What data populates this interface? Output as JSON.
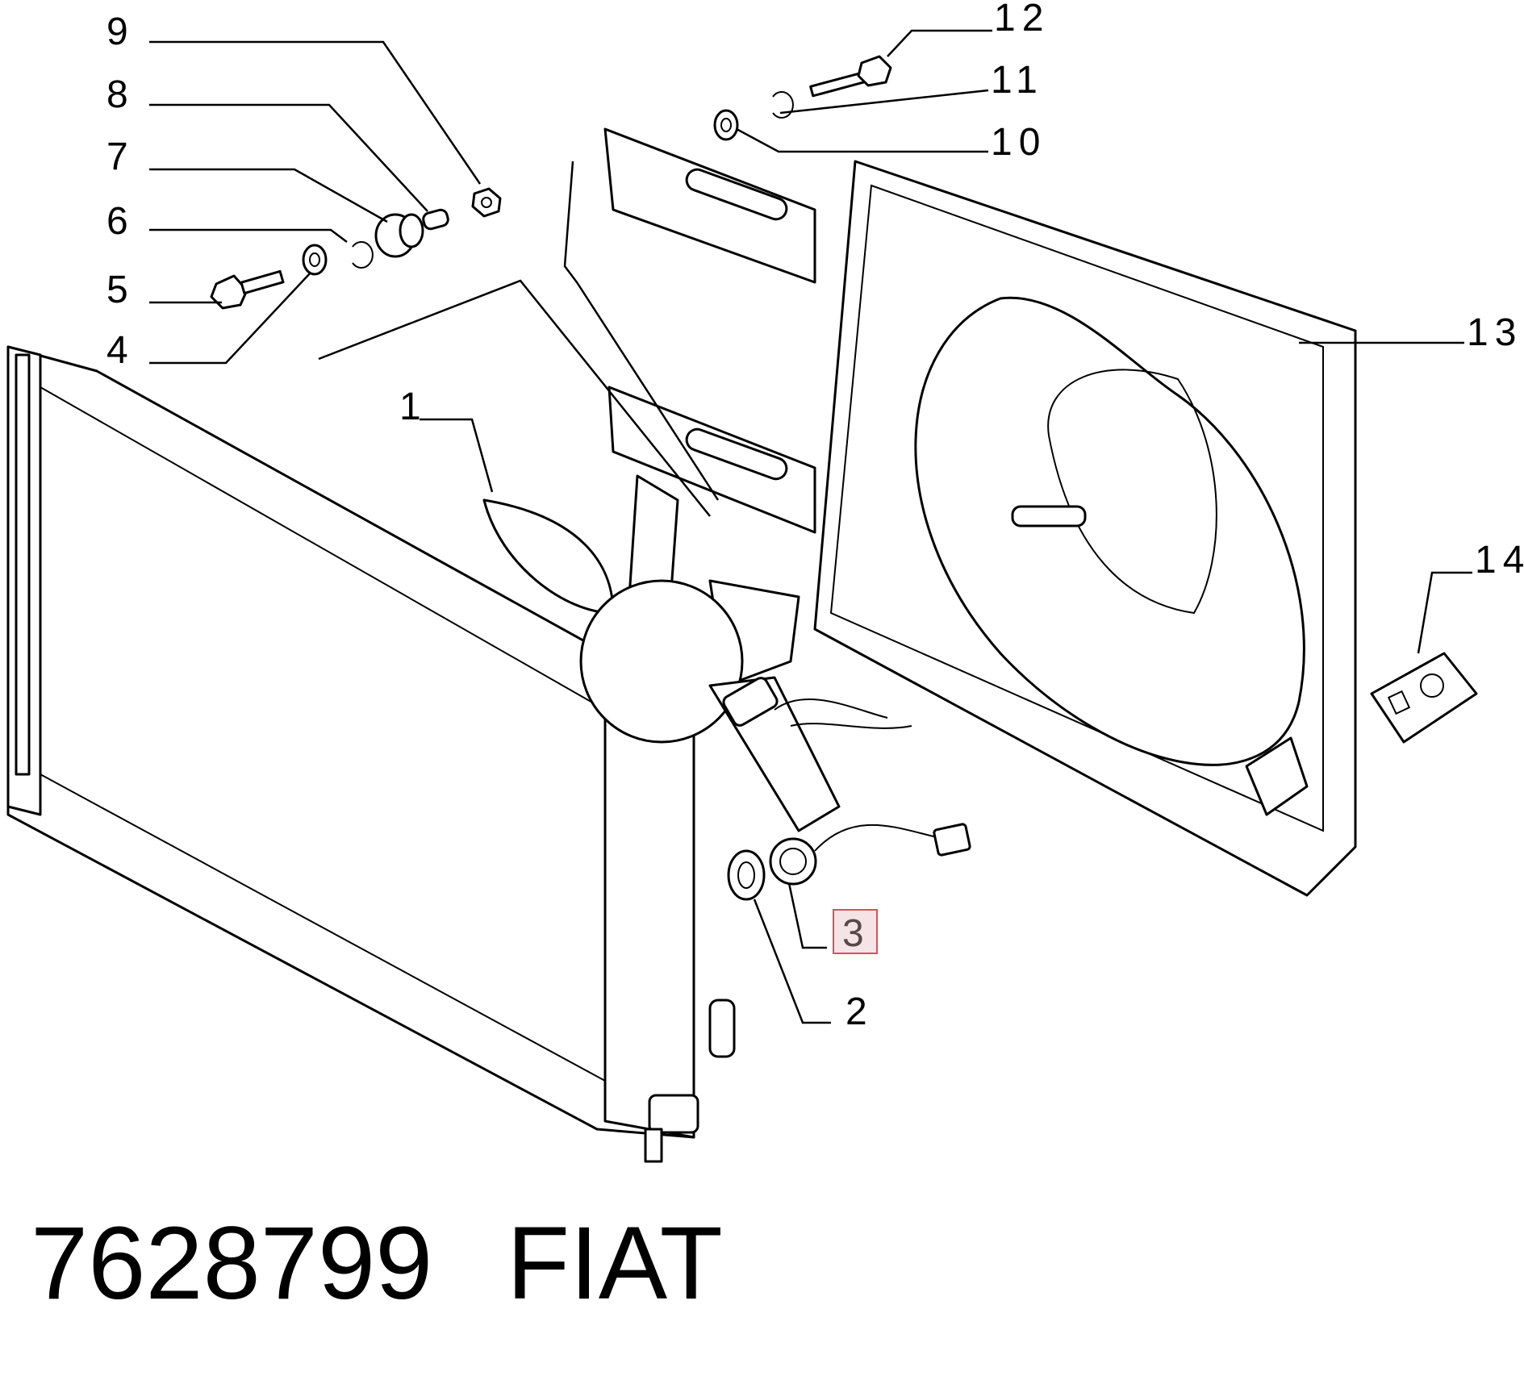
{
  "callouts": [
    "1",
    "2",
    "3",
    "4",
    "5",
    "6",
    "7",
    "8",
    "9",
    "10",
    "11",
    "12",
    "13",
    "14"
  ],
  "highlighted": "3",
  "footer": {
    "part_number": "7628799",
    "brand": "FIAT"
  }
}
